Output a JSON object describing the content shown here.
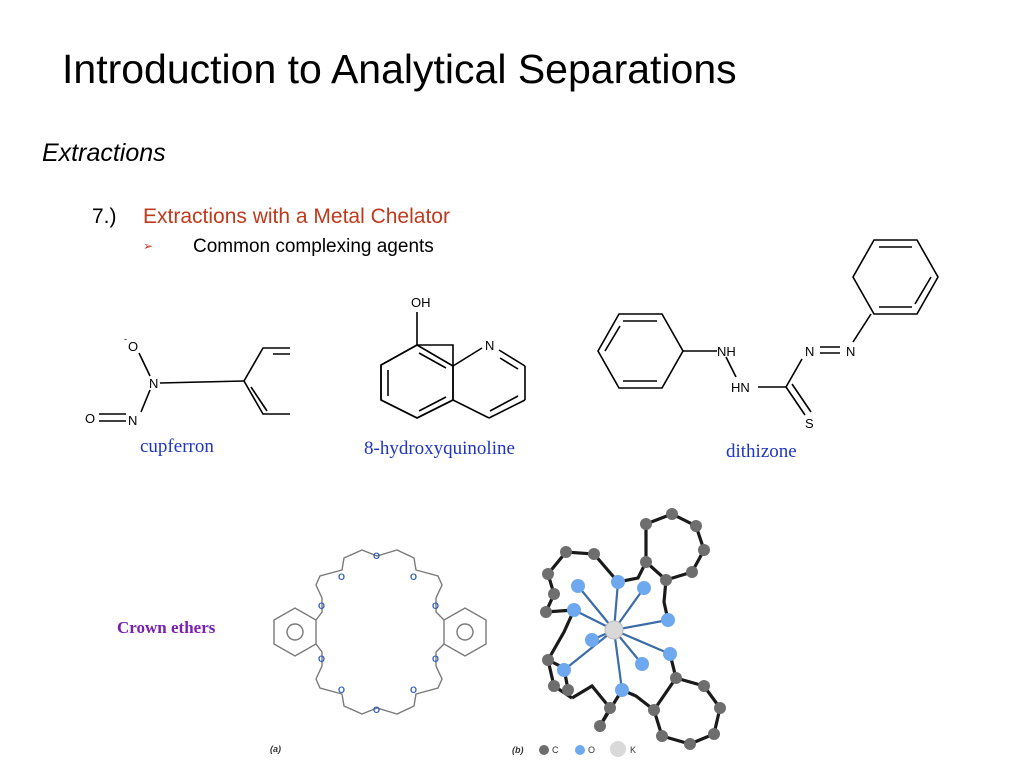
{
  "slide": {
    "title": "Introduction to Analytical Separations",
    "subtitle": "Extractions",
    "item_number": "7.)",
    "item_heading": "Extractions with a Metal Chelator",
    "bullet_glyph": "➢",
    "bullet_text": "Common complexing agents"
  },
  "molecules": {
    "cupferron": {
      "name": "cupferron",
      "atoms": {
        "o_minus": "O",
        "charge": "-",
        "n_center": "N",
        "o_double": "O",
        "n_double": "N"
      }
    },
    "hydroxyquinoline": {
      "name": "8-hydroxyquinoline",
      "atoms": {
        "oh": "OH",
        "n_ring": "N"
      }
    },
    "dithizone": {
      "name": "dithizone",
      "atoms": {
        "nh": "NH",
        "hn": "HN",
        "n1": "N",
        "n2": "N",
        "s": "S"
      }
    }
  },
  "crown_ethers": {
    "label": "Crown ethers",
    "panel_a": {
      "caption": "(a)",
      "oxygen_label": "O"
    },
    "panel_b": {
      "caption": "(b)",
      "legend": [
        {
          "symbol": "C",
          "color": "#6e6e6e"
        },
        {
          "symbol": "O",
          "color": "#6ea8ee"
        },
        {
          "symbol": "K",
          "color": "#d9d9d9"
        }
      ]
    }
  },
  "colors": {
    "heading": "#c0391b",
    "compound_label": "#1f35c4",
    "crown_label": "#7a1fb0",
    "oxygen_blue": "#2f5fbf"
  }
}
